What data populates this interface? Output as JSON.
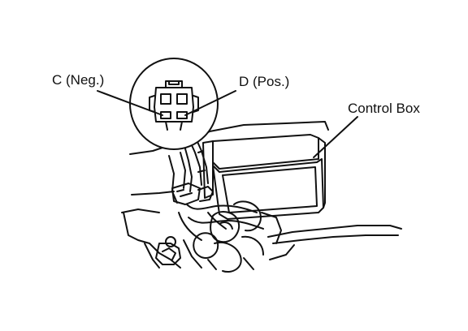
{
  "labels": {
    "negative": "C (Neg.)",
    "positive": "D (Pos.)",
    "control_box": "Control Box"
  },
  "colors": {
    "ink": "#111111",
    "paper": "#ffffff"
  }
}
